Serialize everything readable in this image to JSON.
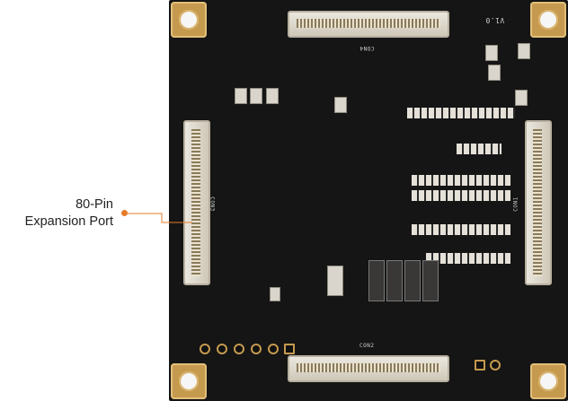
{
  "callout": {
    "line1": "80-Pin",
    "line2": "Expansion Port"
  },
  "silkscreen": {
    "version": "V1.0",
    "con_top": "CON4",
    "con_bottom": "CON2",
    "con_left": "CON3",
    "con_right": "CON1"
  },
  "colors": {
    "board": "#151515",
    "gold": "#c59a4f",
    "callout_accent": "#e67b2a"
  }
}
